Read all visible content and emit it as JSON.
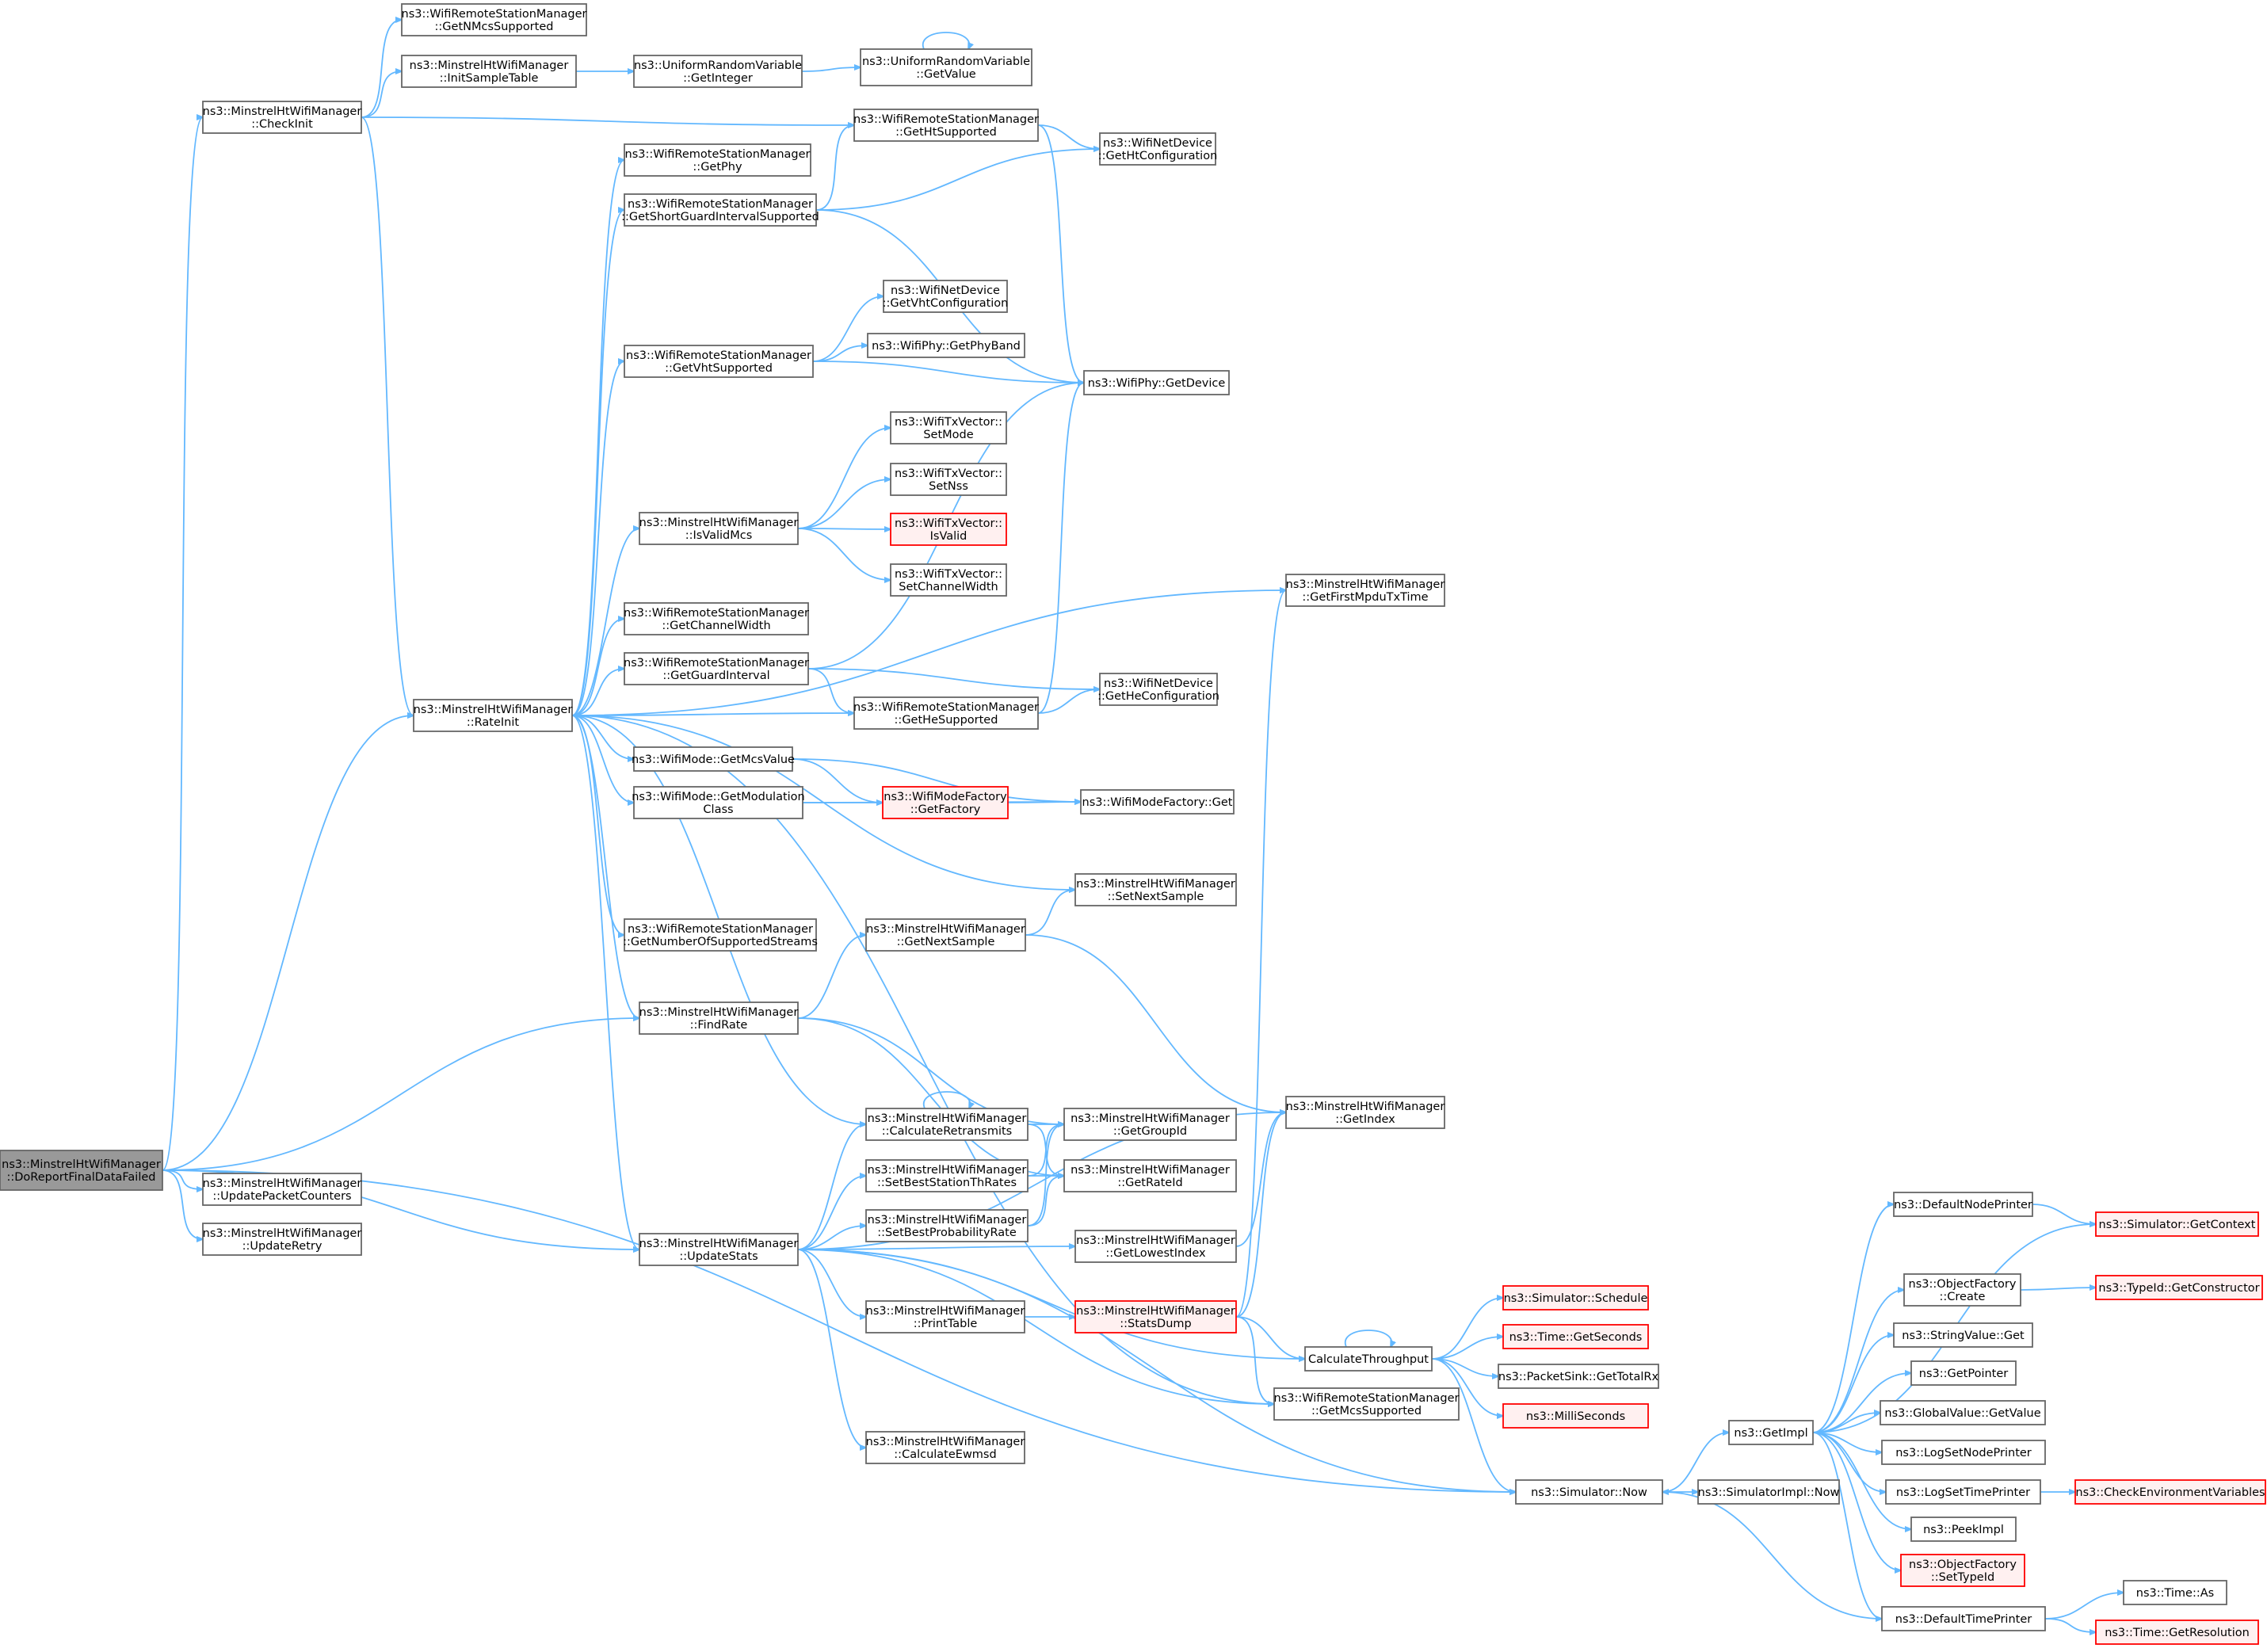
{
  "graph": {
    "type": "call-graph",
    "edge_color": "#63b8ff",
    "node_border_color": "#666666",
    "truncated_border_color": "#ff0000",
    "root_fill_color": "#999999",
    "nodes": [
      {
        "id": "root",
        "lines": [
          "ns3::MinstrelHtWifiManager",
          "::DoReportFinalDataFailed"
        ],
        "style": "root"
      },
      {
        "id": "checkinit",
        "lines": [
          "ns3::MinstrelHtWifiManager",
          "::CheckInit"
        ]
      },
      {
        "id": "getnmcs",
        "lines": [
          "ns3::WifiRemoteStationManager",
          "::GetNMcsSupported"
        ]
      },
      {
        "id": "initsample",
        "lines": [
          "ns3::MinstrelHtWifiManager",
          "::InitSampleTable"
        ]
      },
      {
        "id": "urvgetint",
        "lines": [
          "ns3::UniformRandomVariable",
          "::GetInteger"
        ]
      },
      {
        "id": "urvgetval",
        "lines": [
          "ns3::UniformRandomVariable",
          "::GetValue"
        ]
      },
      {
        "id": "gethtsup",
        "lines": [
          "ns3::WifiRemoteStationManager",
          "::GetHtSupported"
        ]
      },
      {
        "id": "gethtconf",
        "lines": [
          "ns3::WifiNetDevice",
          "::GetHtConfiguration"
        ]
      },
      {
        "id": "getphy",
        "lines": [
          "ns3::WifiRemoteStationManager",
          "::GetPhy"
        ]
      },
      {
        "id": "getsgi",
        "lines": [
          "ns3::WifiRemoteStationManager",
          "::GetShortGuardIntervalSupported"
        ]
      },
      {
        "id": "getvhtconf",
        "lines": [
          "ns3::WifiNetDevice",
          "::GetVhtConfiguration"
        ]
      },
      {
        "id": "getphyband",
        "lines": [
          "ns3::WifiPhy::GetPhyBand"
        ]
      },
      {
        "id": "getvhtsup",
        "lines": [
          "ns3::WifiRemoteStationManager",
          "::GetVhtSupported"
        ]
      },
      {
        "id": "getdevice",
        "lines": [
          "ns3::WifiPhy::GetDevice"
        ]
      },
      {
        "id": "setmode",
        "lines": [
          "ns3::WifiTxVector::",
          "SetMode"
        ]
      },
      {
        "id": "setnss",
        "lines": [
          "ns3::WifiTxVector::",
          "SetNss"
        ]
      },
      {
        "id": "isvalidmcs",
        "lines": [
          "ns3::MinstrelHtWifiManager",
          "::IsValidMcs"
        ]
      },
      {
        "id": "isvalid",
        "lines": [
          "ns3::WifiTxVector::",
          "IsValid"
        ],
        "style": "trunc"
      },
      {
        "id": "setchw",
        "lines": [
          "ns3::WifiTxVector::",
          "SetChannelWidth"
        ]
      },
      {
        "id": "getfirstmpdu",
        "lines": [
          "ns3::MinstrelHtWifiManager",
          "::GetFirstMpduTxTime"
        ]
      },
      {
        "id": "getchw",
        "lines": [
          "ns3::WifiRemoteStationManager",
          "::GetChannelWidth"
        ]
      },
      {
        "id": "getgi",
        "lines": [
          "ns3::WifiRemoteStationManager",
          "::GetGuardInterval"
        ]
      },
      {
        "id": "rateinit",
        "lines": [
          "ns3::MinstrelHtWifiManager",
          "::RateInit"
        ]
      },
      {
        "id": "getheconf",
        "lines": [
          "ns3::WifiNetDevice",
          "::GetHeConfiguration"
        ]
      },
      {
        "id": "gethesup",
        "lines": [
          "ns3::WifiRemoteStationManager",
          "::GetHeSupported"
        ]
      },
      {
        "id": "getmcsval",
        "lines": [
          "ns3::WifiMode::GetMcsValue"
        ]
      },
      {
        "id": "getmodclass",
        "lines": [
          "ns3::WifiMode::GetModulation",
          "Class"
        ]
      },
      {
        "id": "getfactory",
        "lines": [
          "ns3::WifiModeFactory",
          "::GetFactory"
        ],
        "style": "trunc"
      },
      {
        "id": "wmfget",
        "lines": [
          "ns3::WifiModeFactory::Get"
        ]
      },
      {
        "id": "setnextsample",
        "lines": [
          "ns3::MinstrelHtWifiManager",
          "::SetNextSample"
        ]
      },
      {
        "id": "getnumstreams",
        "lines": [
          "ns3::WifiRemoteStationManager",
          "::GetNumberOfSupportedStreams"
        ]
      },
      {
        "id": "getnextsample",
        "lines": [
          "ns3::MinstrelHtWifiManager",
          "::GetNextSample"
        ]
      },
      {
        "id": "findrate",
        "lines": [
          "ns3::MinstrelHtWifiManager",
          "::FindRate"
        ]
      },
      {
        "id": "getindex",
        "lines": [
          "ns3::MinstrelHtWifiManager",
          "::GetIndex"
        ]
      },
      {
        "id": "calcretrans",
        "lines": [
          "ns3::MinstrelHtWifiManager",
          "::CalculateRetransmits"
        ]
      },
      {
        "id": "getgroupid",
        "lines": [
          "ns3::MinstrelHtWifiManager",
          "::GetGroupId"
        ]
      },
      {
        "id": "updatepkt",
        "lines": [
          "ns3::MinstrelHtWifiManager",
          "::UpdatePacketCounters"
        ]
      },
      {
        "id": "setbestth",
        "lines": [
          "ns3::MinstrelHtWifiManager",
          "::SetBestStationThRates"
        ]
      },
      {
        "id": "getrateid",
        "lines": [
          "ns3::MinstrelHtWifiManager",
          "::GetRateId"
        ]
      },
      {
        "id": "updateretry",
        "lines": [
          "ns3::MinstrelHtWifiManager",
          "::UpdateRetry"
        ]
      },
      {
        "id": "setbestprob",
        "lines": [
          "ns3::MinstrelHtWifiManager",
          "::SetBestProbabilityRate"
        ]
      },
      {
        "id": "updatestats",
        "lines": [
          "ns3::MinstrelHtWifiManager",
          "::UpdateStats"
        ]
      },
      {
        "id": "getlowest",
        "lines": [
          "ns3::MinstrelHtWifiManager",
          "::GetLowestIndex"
        ]
      },
      {
        "id": "printtable",
        "lines": [
          "ns3::MinstrelHtWifiManager",
          "::PrintTable"
        ]
      },
      {
        "id": "statsdump",
        "lines": [
          "ns3::MinstrelHtWifiManager",
          "::StatsDump"
        ],
        "style": "trunc"
      },
      {
        "id": "schedule",
        "lines": [
          "ns3::Simulator::Schedule"
        ],
        "style": "trunc"
      },
      {
        "id": "getseconds",
        "lines": [
          "ns3::Time::GetSeconds"
        ],
        "style": "trunc"
      },
      {
        "id": "calcthroughput",
        "lines": [
          "CalculateThroughput"
        ]
      },
      {
        "id": "gettotalrx",
        "lines": [
          "ns3::PacketSink::GetTotalRx"
        ]
      },
      {
        "id": "millis",
        "lines": [
          "ns3::MilliSeconds"
        ],
        "style": "trunc"
      },
      {
        "id": "getmcssup",
        "lines": [
          "ns3::WifiRemoteStationManager",
          "::GetMcsSupported"
        ]
      },
      {
        "id": "calcewmsd",
        "lines": [
          "ns3::MinstrelHtWifiManager",
          "::CalculateEwmsd"
        ]
      },
      {
        "id": "simnow",
        "lines": [
          "ns3::Simulator::Now"
        ]
      },
      {
        "id": "simimplnow",
        "lines": [
          "ns3::SimulatorImpl::Now"
        ]
      },
      {
        "id": "getimpl",
        "lines": [
          "ns3::GetImpl"
        ]
      },
      {
        "id": "defnodeprinter",
        "lines": [
          "ns3::DefaultNodePrinter"
        ]
      },
      {
        "id": "getcontext",
        "lines": [
          "ns3::Simulator::GetContext"
        ],
        "style": "trunc"
      },
      {
        "id": "ofcreate",
        "lines": [
          "ns3::ObjectFactory",
          "::Create"
        ]
      },
      {
        "id": "getconstructor",
        "lines": [
          "ns3::TypeId::GetConstructor"
        ],
        "style": "trunc"
      },
      {
        "id": "strvalget",
        "lines": [
          "ns3::StringValue::Get"
        ]
      },
      {
        "id": "getpointer",
        "lines": [
          "ns3::GetPointer"
        ]
      },
      {
        "id": "gvgetvalue",
        "lines": [
          "ns3::GlobalValue::GetValue"
        ]
      },
      {
        "id": "logsetnode",
        "lines": [
          "ns3::LogSetNodePrinter"
        ]
      },
      {
        "id": "logsettime",
        "lines": [
          "ns3::LogSetTimePrinter"
        ]
      },
      {
        "id": "checkenv",
        "lines": [
          "ns3::CheckEnvironmentVariables"
        ],
        "style": "trunc"
      },
      {
        "id": "peekimpl",
        "lines": [
          "ns3::PeekImpl"
        ]
      },
      {
        "id": "ofsettypeid",
        "lines": [
          "ns3::ObjectFactory",
          "::SetTypeId"
        ],
        "style": "trunc"
      },
      {
        "id": "deftimeprinter",
        "lines": [
          "ns3::DefaultTimePrinter"
        ]
      },
      {
        "id": "timeas",
        "lines": [
          "ns3::Time::As"
        ]
      },
      {
        "id": "getresolution",
        "lines": [
          "ns3::Time::GetResolution"
        ],
        "style": "trunc"
      }
    ],
    "edges": [
      [
        "root",
        "checkinit"
      ],
      [
        "root",
        "updatepkt"
      ],
      [
        "root",
        "updateretry"
      ],
      [
        "root",
        "findrate"
      ],
      [
        "root",
        "updatestats"
      ],
      [
        "root",
        "simnow"
      ],
      [
        "root",
        "rateinit"
      ],
      [
        "checkinit",
        "getnmcs"
      ],
      [
        "checkinit",
        "initsample"
      ],
      [
        "checkinit",
        "gethtsup"
      ],
      [
        "checkinit",
        "rateinit"
      ],
      [
        "initsample",
        "urvgetint"
      ],
      [
        "urvgetint",
        "urvgetval"
      ],
      [
        "urvgetval",
        "urvgetval"
      ],
      [
        "gethtsup",
        "gethtconf"
      ],
      [
        "gethtsup",
        "getdevice"
      ],
      [
        "getsgi",
        "gethtsup"
      ],
      [
        "getsgi",
        "gethtconf"
      ],
      [
        "getsgi",
        "getdevice"
      ],
      [
        "getvhtsup",
        "getvhtconf"
      ],
      [
        "getvhtsup",
        "getphyband"
      ],
      [
        "getvhtsup",
        "getdevice"
      ],
      [
        "isvalidmcs",
        "setmode"
      ],
      [
        "isvalidmcs",
        "setnss"
      ],
      [
        "isvalidmcs",
        "isvalid"
      ],
      [
        "isvalidmcs",
        "setchw"
      ],
      [
        "getgi",
        "getdevice"
      ],
      [
        "getgi",
        "getheconf"
      ],
      [
        "getgi",
        "gethesup"
      ],
      [
        "gethesup",
        "getheconf"
      ],
      [
        "gethesup",
        "getdevice"
      ],
      [
        "rateinit",
        "getphy"
      ],
      [
        "rateinit",
        "getsgi"
      ],
      [
        "rateinit",
        "getfirstmpdu"
      ],
      [
        "rateinit",
        "getvhtsup"
      ],
      [
        "rateinit",
        "isvalidmcs"
      ],
      [
        "rateinit",
        "getchw"
      ],
      [
        "rateinit",
        "getgi"
      ],
      [
        "rateinit",
        "gethesup"
      ],
      [
        "rateinit",
        "getmcsval"
      ],
      [
        "rateinit",
        "getmodclass"
      ],
      [
        "rateinit",
        "setnextsample"
      ],
      [
        "rateinit",
        "getnumstreams"
      ],
      [
        "rateinit",
        "findrate"
      ],
      [
        "rateinit",
        "calcretrans"
      ],
      [
        "rateinit",
        "updatestats"
      ],
      [
        "rateinit",
        "getmcssup"
      ],
      [
        "getmcsval",
        "getfactory"
      ],
      [
        "getmcsval",
        "wmfget"
      ],
      [
        "getmodclass",
        "getfactory"
      ],
      [
        "getmodclass",
        "wmfget"
      ],
      [
        "getfactory",
        "wmfget"
      ],
      [
        "getnextsample",
        "setnextsample"
      ],
      [
        "getnextsample",
        "getindex"
      ],
      [
        "findrate",
        "getnextsample"
      ],
      [
        "findrate",
        "getgroupid"
      ],
      [
        "findrate",
        "getrateid"
      ],
      [
        "calcretrans",
        "calcretrans"
      ],
      [
        "calcretrans",
        "getgroupid"
      ],
      [
        "calcretrans",
        "getrateid"
      ],
      [
        "setbestth",
        "getgroupid"
      ],
      [
        "setbestth",
        "getrateid"
      ],
      [
        "setbestprob",
        "getgroupid"
      ],
      [
        "setbestprob",
        "getrateid"
      ],
      [
        "getlowest",
        "getindex"
      ],
      [
        "updatestats",
        "getindex"
      ],
      [
        "updatestats",
        "calcretrans"
      ],
      [
        "updatestats",
        "setbestth"
      ],
      [
        "updatestats",
        "setbestprob"
      ],
      [
        "updatestats",
        "getlowest"
      ],
      [
        "updatestats",
        "printtable"
      ],
      [
        "updatestats",
        "calcthroughput"
      ],
      [
        "updatestats",
        "getmcssup"
      ],
      [
        "updatestats",
        "calcewmsd"
      ],
      [
        "updatestats",
        "simnow"
      ],
      [
        "printtable",
        "statsdump"
      ],
      [
        "statsdump",
        "getfirstmpdu"
      ],
      [
        "statsdump",
        "getindex"
      ],
      [
        "statsdump",
        "calcthroughput"
      ],
      [
        "statsdump",
        "getmcssup"
      ],
      [
        "calcthroughput",
        "calcthroughput"
      ],
      [
        "calcthroughput",
        "schedule"
      ],
      [
        "calcthroughput",
        "getseconds"
      ],
      [
        "calcthroughput",
        "gettotalrx"
      ],
      [
        "calcthroughput",
        "millis"
      ],
      [
        "calcthroughput",
        "simnow"
      ],
      [
        "simnow",
        "getimpl"
      ],
      [
        "simnow",
        "simimplnow"
      ],
      [
        "getimpl",
        "defnodeprinter"
      ],
      [
        "getimpl",
        "getcontext"
      ],
      [
        "getimpl",
        "ofcreate"
      ],
      [
        "getimpl",
        "strvalget"
      ],
      [
        "getimpl",
        "getpointer"
      ],
      [
        "getimpl",
        "gvgetvalue"
      ],
      [
        "getimpl",
        "logsetnode"
      ],
      [
        "getimpl",
        "logsettime"
      ],
      [
        "getimpl",
        "peekimpl"
      ],
      [
        "getimpl",
        "ofsettypeid"
      ],
      [
        "getimpl",
        "deftimeprinter"
      ],
      [
        "defnodeprinter",
        "getcontext"
      ],
      [
        "ofcreate",
        "getconstructor"
      ],
      [
        "logsettime",
        "checkenv"
      ],
      [
        "deftimeprinter",
        "simnow"
      ],
      [
        "deftimeprinter",
        "timeas"
      ],
      [
        "deftimeprinter",
        "getresolution"
      ]
    ]
  }
}
